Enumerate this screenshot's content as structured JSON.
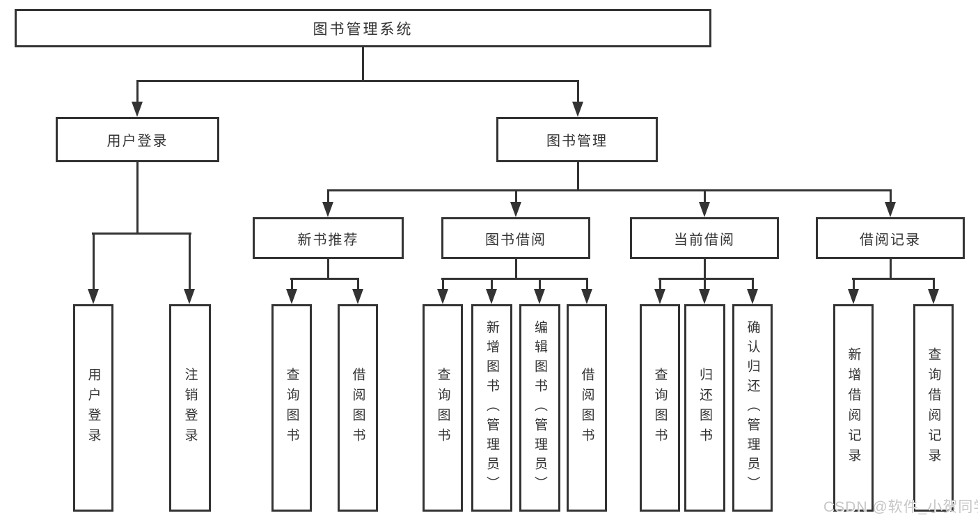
{
  "diagram": {
    "title": "图书管理系统",
    "level2": {
      "user_login": "用户登录",
      "book_management": "图书管理"
    },
    "level3": {
      "new_book_recommend": "新书推荐",
      "book_borrow": "图书借阅",
      "current_borrow": "当前借阅",
      "borrow_records": "借阅记录"
    },
    "leaves": {
      "user_login": "用户登录",
      "logout": "注销登录",
      "recommend_query_books": "查询图书",
      "recommend_borrow_books": "借阅图书",
      "borrow_query_books": "查询图书",
      "add_books_admin": "新增图书（管理员）",
      "edit_books_admin": "编辑图书（管理员）",
      "borrow_borrow_books": "借阅图书",
      "current_query_books": "查询图书",
      "return_books": "归还图书",
      "confirm_return_admin": "确认归还（管理员）",
      "add_borrow_record": "新增借阅记录",
      "query_borrow_record": "查询借阅记录"
    },
    "colors": {
      "line": "#333333",
      "text": "#333333",
      "background": "#ffffff",
      "watermark": "#c6c6c6"
    }
  },
  "watermark": {
    "text": "CSDN @软件_小贺同学"
  }
}
